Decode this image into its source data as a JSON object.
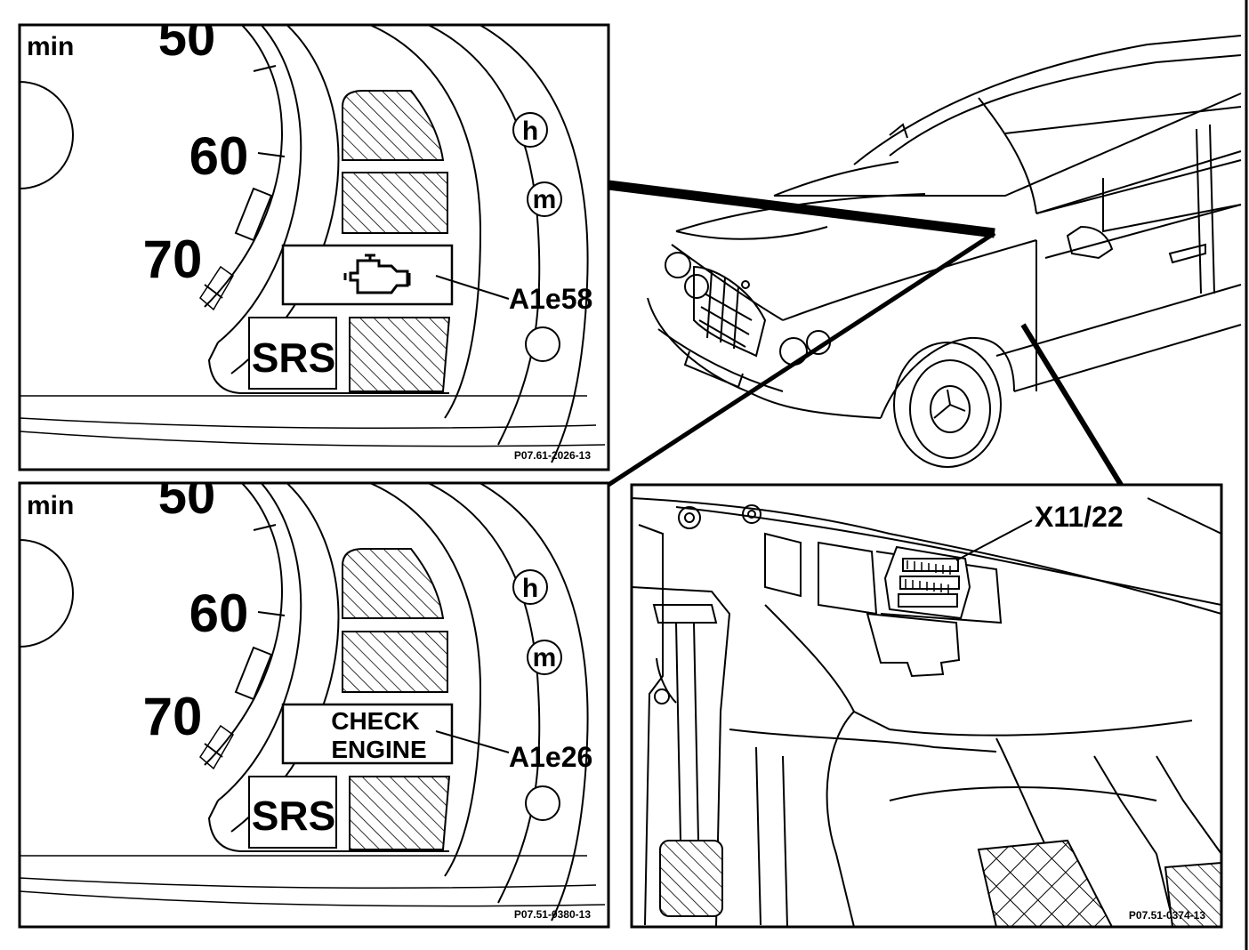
{
  "top_panel": {
    "unit": "min",
    "ticks": [
      "50",
      "60",
      "70"
    ],
    "hour_symbol": "h",
    "minute_symbol": "m",
    "warning_label": "SRS",
    "callout": "A1e58",
    "figure_code": "P07.61-2026-13"
  },
  "bottom_panel": {
    "unit": "min",
    "ticks": [
      "50",
      "60",
      "70"
    ],
    "hour_symbol": "h",
    "minute_symbol": "m",
    "lamp_line1": "CHECK",
    "lamp_line2": "ENGINE",
    "warning_label": "SRS",
    "callout": "A1e26",
    "figure_code": "P07.51-0380-13"
  },
  "footwell_panel": {
    "callout": "X11/22",
    "figure_code": "P07.51-0374-13"
  },
  "icons": {
    "engine_lamp": "check-engine-icon",
    "star": "mercedes-star-icon"
  }
}
